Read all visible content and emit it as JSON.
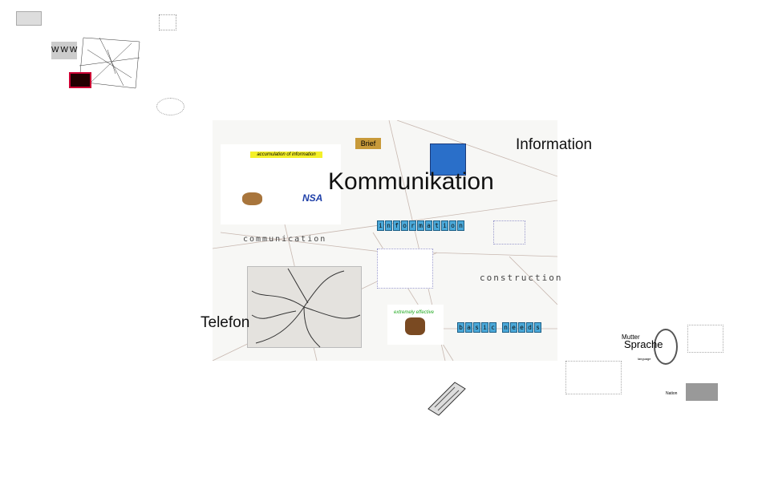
{
  "canvas": {
    "title": "Kommunikation",
    "labels": {
      "information": "Information",
      "telefon": "Telefon",
      "brief": "Brief",
      "communication": "communication",
      "construction": "construction",
      "accumulation": "accumulation of information",
      "nsa": "NSA",
      "effective": "extremely effective"
    },
    "tiles_information": [
      "i",
      "n",
      "f",
      "o",
      "r",
      "m",
      "a",
      "t",
      "i",
      "o",
      "n"
    ],
    "tiles_basic": [
      "b",
      "a",
      "s",
      "i",
      "c"
    ],
    "tiles_needs": [
      "n",
      "e",
      "e",
      "d",
      "s"
    ]
  },
  "cluster_sprache": {
    "title": "Sprache",
    "mutter": "Mutter",
    "language": "language",
    "nation": "Nation"
  },
  "cluster_www": {
    "www": "WWW"
  },
  "colors": {
    "tile": "#4aa8d8",
    "brief": "#c89a3a",
    "highlight": "#f4f02a"
  }
}
